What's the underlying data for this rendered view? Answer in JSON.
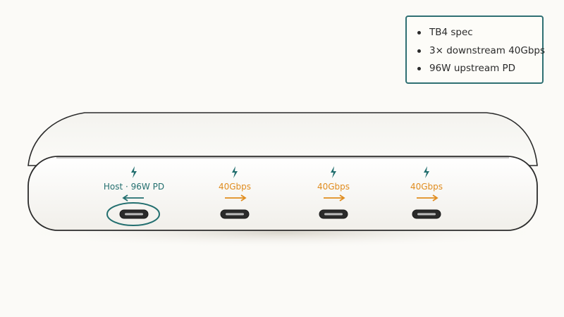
{
  "spec_card": {
    "items": [
      "TB4 spec",
      "3× downstream 40Gbps",
      "96W upstream PD"
    ]
  },
  "ports": [
    {
      "role": "host",
      "label": "Host · 96W PD",
      "direction": "in",
      "icon": "lightning-icon"
    },
    {
      "role": "downstream",
      "label": "40Gbps",
      "direction": "out",
      "icon": "lightning-icon"
    },
    {
      "role": "downstream",
      "label": "40Gbps",
      "direction": "out",
      "icon": "lightning-icon"
    },
    {
      "role": "downstream",
      "label": "40Gbps",
      "direction": "out",
      "icon": "lightning-icon"
    }
  ],
  "colors": {
    "host_accent": "#236f6f",
    "downstream_accent": "#e08c1e",
    "outline": "#2b2b2b",
    "dock_body": "#fdfdfb"
  }
}
